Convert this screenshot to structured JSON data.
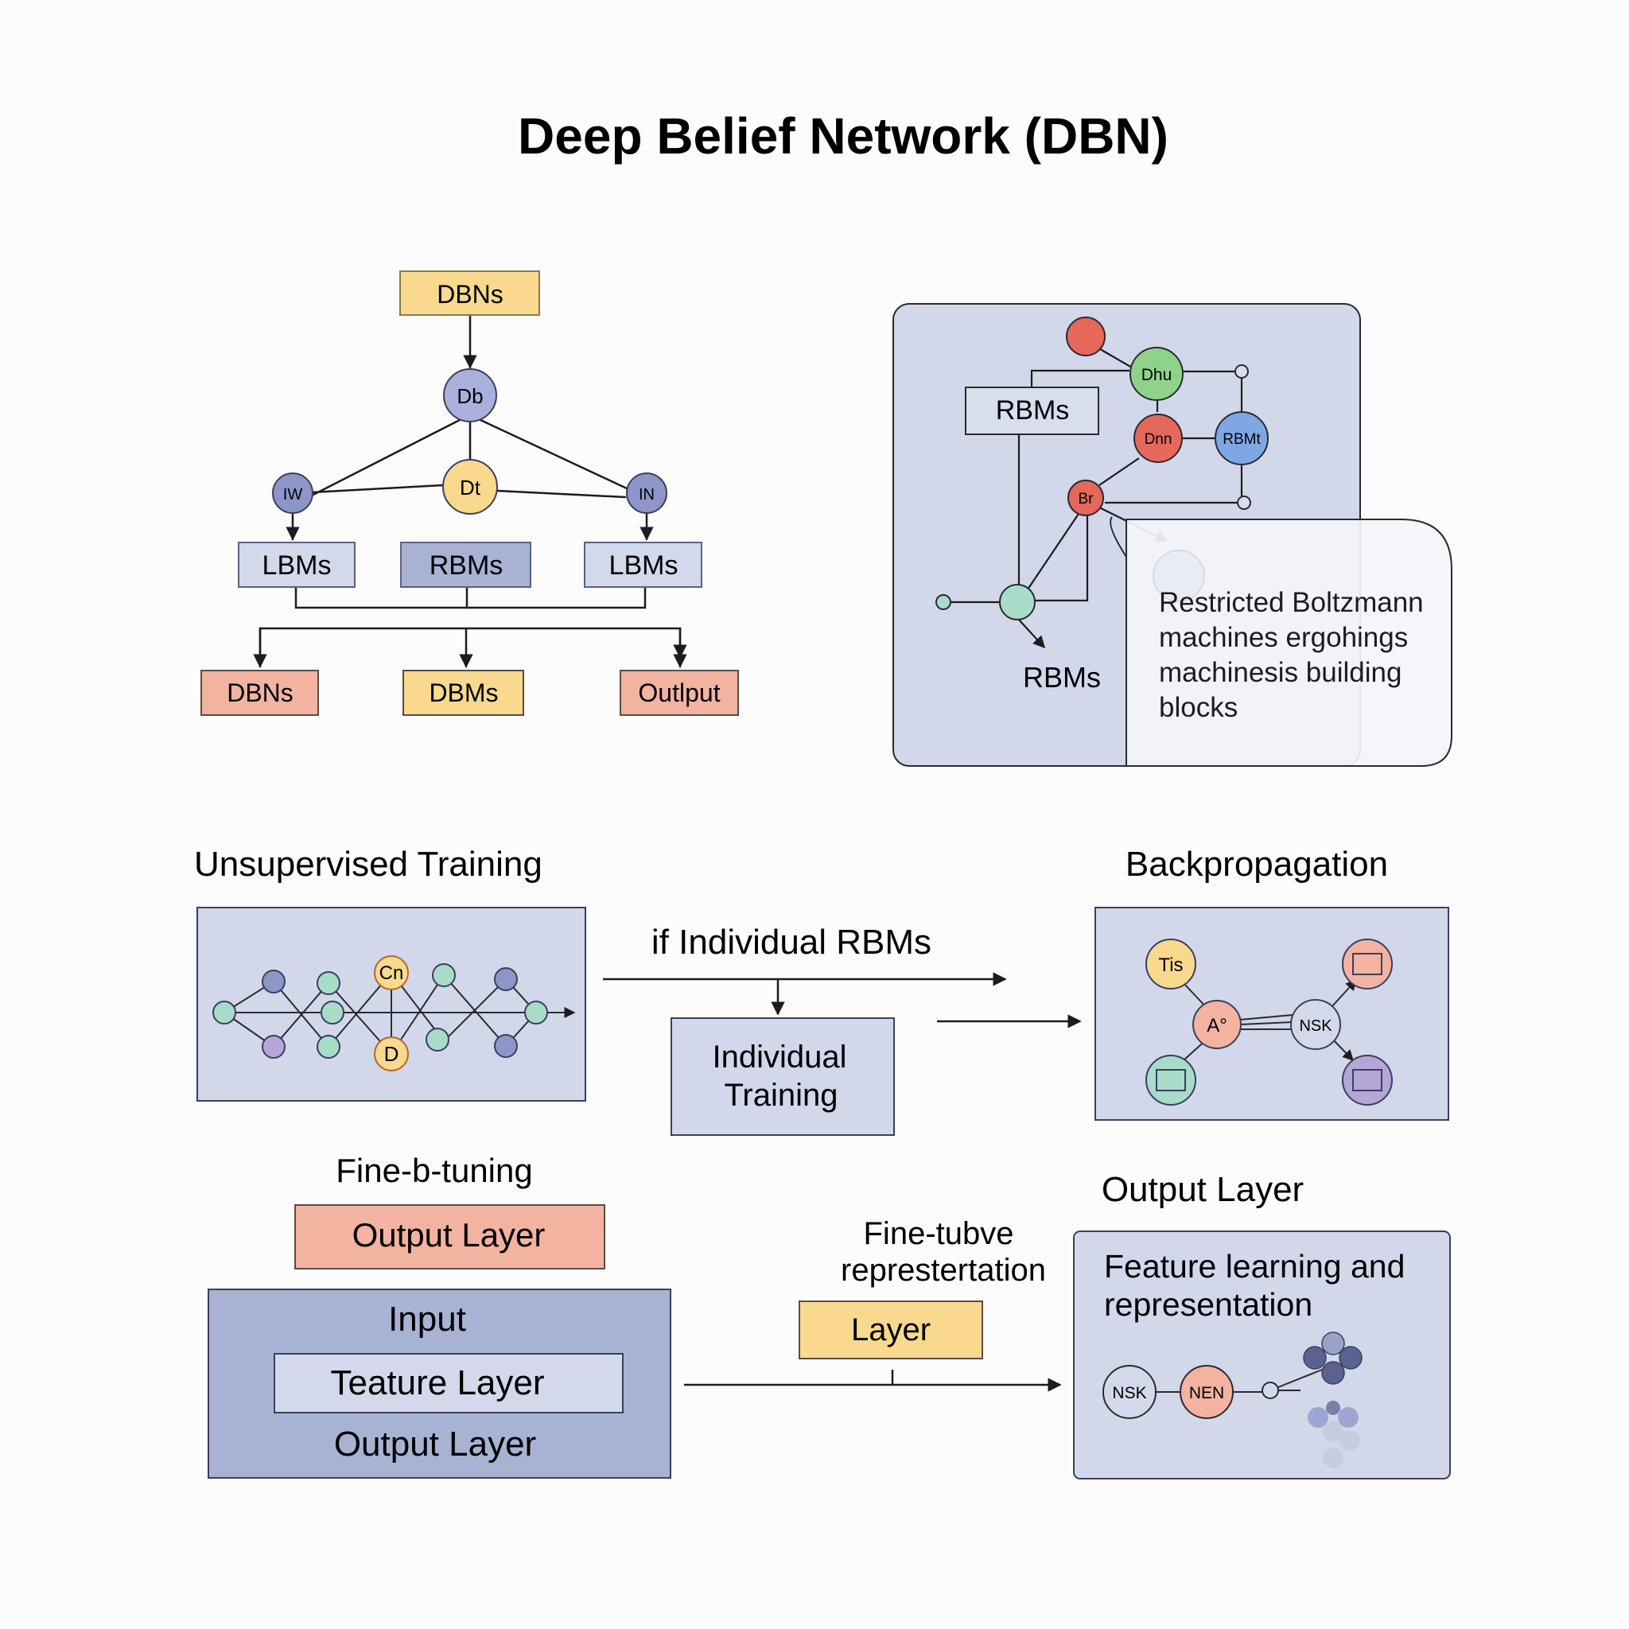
{
  "title": "Deep Belief Network (DBN)",
  "colors": {
    "yellow": "#f8d98d",
    "yellowStroke": "#c9a54e",
    "salmon": "#f2b3a0",
    "salmonStroke": "#c9826e",
    "lav": "#d3d9ea",
    "lavDark": "#a8b3d3",
    "panel": "#d2d8ea",
    "red": "#e5685a",
    "green": "#8fd38a",
    "blue": "#7fa7e6",
    "teal": "#a8dcc9",
    "navy": "#8e95c9",
    "purple": "#b4a6d6",
    "gray": "#9aa3c4"
  },
  "tree": {
    "top_box": "DBNs",
    "node_top": "Db",
    "node_mid": "Dt",
    "node_left": "IW",
    "node_right": "IN",
    "box_left": "LBMs",
    "box_center": "RBMs",
    "box_right": "LBMs",
    "out_left": "DBNs",
    "out_center": "DBMs",
    "out_right": "Outlput"
  },
  "rbm_panel": {
    "label_top": "RBMs",
    "label_bottom": "RBMs",
    "node_green": "Dhu",
    "node_red": "Dnn",
    "node_blue": "RBMt",
    "node_small": "Br",
    "callout": [
      "Restricted Boltzmann",
      "machines ergohings",
      "machinesis building",
      "blocks"
    ]
  },
  "unsupervised": {
    "heading": "Unsupervised Training",
    "node_top": "Cn",
    "node_bottom": "D"
  },
  "middle": {
    "label": "if Individual RBMs",
    "box": [
      "Individual",
      "Training"
    ]
  },
  "backprop": {
    "heading": "Backpropagation",
    "node_ts": "Tis",
    "node_a": "A°",
    "node_nsk": "NSK"
  },
  "finetune": {
    "heading": "Fine-b-tuning",
    "output_box": "Output Layer",
    "stack_input": "Input",
    "stack_feature": "Teature Layer",
    "stack_output": "Output Layer"
  },
  "repr": {
    "label": [
      "Fine-tubve",
      "represtertation"
    ],
    "layer_box": "Layer"
  },
  "output_panel": {
    "heading": "Output Layer",
    "text": [
      "Feature learning and",
      "representation"
    ],
    "node_nsk": "NSK",
    "node_nen": "NEN"
  }
}
